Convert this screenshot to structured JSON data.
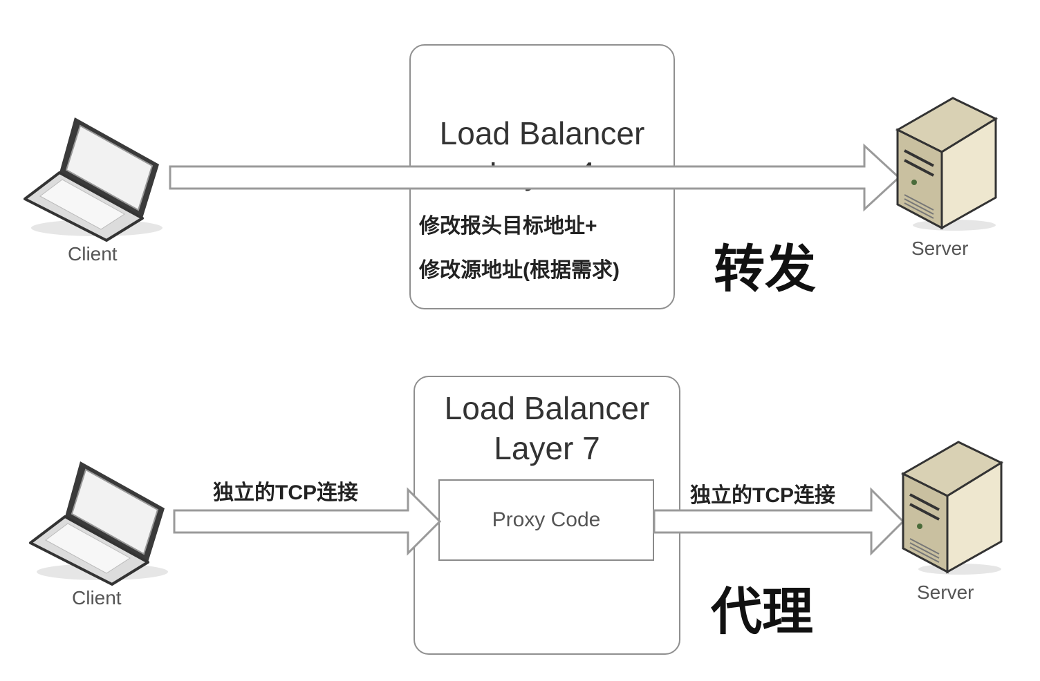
{
  "top": {
    "lb_line1": "Load Balancer",
    "lb_line2": "Layer 4",
    "note1": "修改报头目标地址+",
    "note2": "修改源地址(根据需求)",
    "tag": "转发",
    "client_label": "Client",
    "server_label": "Server"
  },
  "bottom": {
    "lb_line1": "Load Balancer",
    "lb_line2": "Layer 7",
    "proxy_label": "Proxy Code",
    "left_conn_label": "独立的TCP连接",
    "right_conn_label": "独立的TCP连接",
    "tag": "代理",
    "client_label": "Client",
    "server_label": "Server"
  },
  "colors": {
    "box_border": "#8f8f8f",
    "arrow_stroke": "#9a9a9a",
    "server_body": "#e8e0c4"
  },
  "icons": {
    "client": "laptop-icon",
    "server": "server-tower-icon"
  }
}
